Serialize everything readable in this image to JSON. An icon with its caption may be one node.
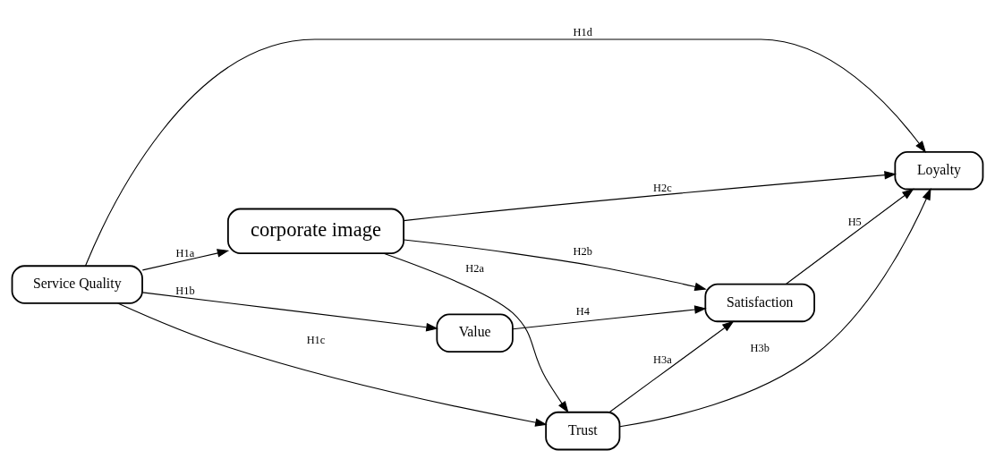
{
  "diagram": {
    "nodes": [
      {
        "text": [
          "Service Quality"
        ]
      },
      {
        "text": [
          "corporate image"
        ]
      },
      {
        "text": [
          "Value"
        ]
      },
      {
        "text": [
          "Satisfaction"
        ]
      },
      {
        "text": [
          "Loyalty"
        ]
      },
      {
        "text": [
          "Trust"
        ]
      }
    ],
    "edges": [
      {
        "from": 0,
        "to": 1,
        "arrow": "to",
        "label": "H1a"
      },
      {
        "from": 0,
        "to": 2,
        "arrow": "to",
        "label": "H1b"
      },
      {
        "from": 0,
        "to": 5,
        "arrow": "to",
        "label": "H1c"
      },
      {
        "from": 0,
        "to": 4,
        "arrow": "to",
        "label": "H1d"
      },
      {
        "from": 1,
        "to": 5,
        "arrow": "to",
        "label": "H2a"
      },
      {
        "from": 1,
        "to": 3,
        "arrow": "to",
        "label": "H2b"
      },
      {
        "from": 1,
        "to": 4,
        "arrow": "to",
        "label": "H2c"
      },
      {
        "from": 5,
        "to": 3,
        "arrow": "to",
        "label": "H3a"
      },
      {
        "from": 5,
        "to": 4,
        "arrow": "to",
        "label": "H3b"
      },
      {
        "from": 2,
        "to": 3,
        "arrow": "to",
        "label": "H4"
      },
      {
        "from": 3,
        "to": 4,
        "arrow": "to",
        "label": "H5"
      }
    ]
  }
}
